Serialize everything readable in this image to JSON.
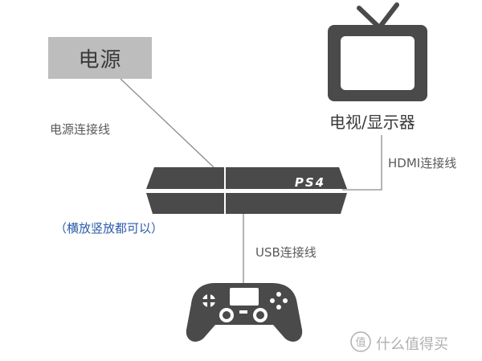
{
  "power_source": {
    "label": "电源"
  },
  "power_cable": {
    "label": "电源连接线"
  },
  "tv": {
    "label": "电视/显示器"
  },
  "hdmi_cable": {
    "label": "HDMI连接线"
  },
  "console": {
    "logo_text": "PS4",
    "orientation_note": "（横放竖放都可以）"
  },
  "usb_cable": {
    "label": "USB连接线"
  },
  "watermark": {
    "text": "什么值得买",
    "badge": "值"
  },
  "colors": {
    "device": "#4a4a4a",
    "power_box": "#bdbdbd",
    "line": "#8c8c8c",
    "note_blue": "#2a5aa8",
    "text": "#5a5a5a"
  },
  "icons": [
    "tv-icon",
    "ps4-console-icon",
    "dualshock-controller-icon",
    "watermark-logo-icon"
  ]
}
